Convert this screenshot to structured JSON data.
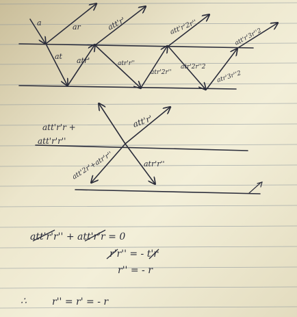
{
  "colors": {
    "paper": "#f1ecd4",
    "rule": "#7f8a94",
    "ink": "#2a2c3a"
  },
  "top_diagram": {
    "labels": {
      "incident": "a",
      "first_reflect": "ar",
      "first_transmit": "at",
      "internal_1": "atr'",
      "out_1": "att'r'",
      "internal_2": "atr'r''",
      "internal_3": "atr'2r''",
      "out_2": "att'r'2r''",
      "internal_4": "atr'2r''2",
      "internal_5": "atr'3r''2",
      "out_3": "att'r'3r''2"
    }
  },
  "middle_diagram": {
    "label_sum_1": "att'r'r +",
    "label_sum_2": "att'r'r''",
    "label_up_right": "att'r'",
    "label_down_left": "att'2r'+atr'r''",
    "label_down_right": "atr'r''"
  },
  "derivation": {
    "line1": "att'r'r'' + att'r'r = 0",
    "line2": "r'r'' = - t'r",
    "line3": "r'' = - r",
    "conclusion_symbol": "∴",
    "conclusion": "r'' = r' = - r"
  }
}
